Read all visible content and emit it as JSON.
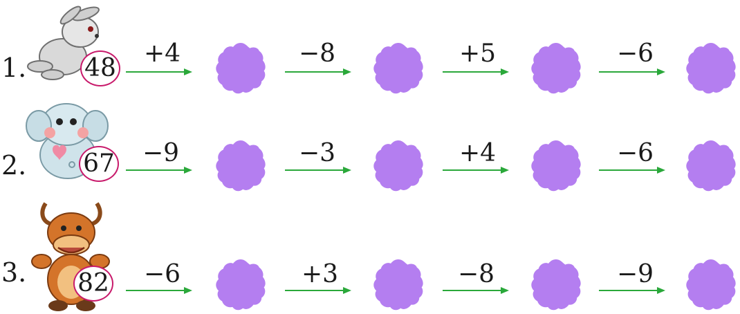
{
  "colors": {
    "flower": "#b47ef0",
    "arrow": "#2aa83a",
    "circle": "#c81a6b"
  },
  "rows": [
    {
      "label": "1.",
      "animal": "rabbit-icon",
      "start": "48",
      "ops": [
        "+4",
        "−8",
        "+5",
        "−6"
      ]
    },
    {
      "label": "2.",
      "animal": "elephant-icon",
      "start": "67",
      "ops": [
        "−9",
        "−3",
        "+4",
        "−6"
      ]
    },
    {
      "label": "3.",
      "animal": "bull-icon",
      "start": "82",
      "ops": [
        "−6",
        "+3",
        "−8",
        "−9"
      ]
    }
  ]
}
